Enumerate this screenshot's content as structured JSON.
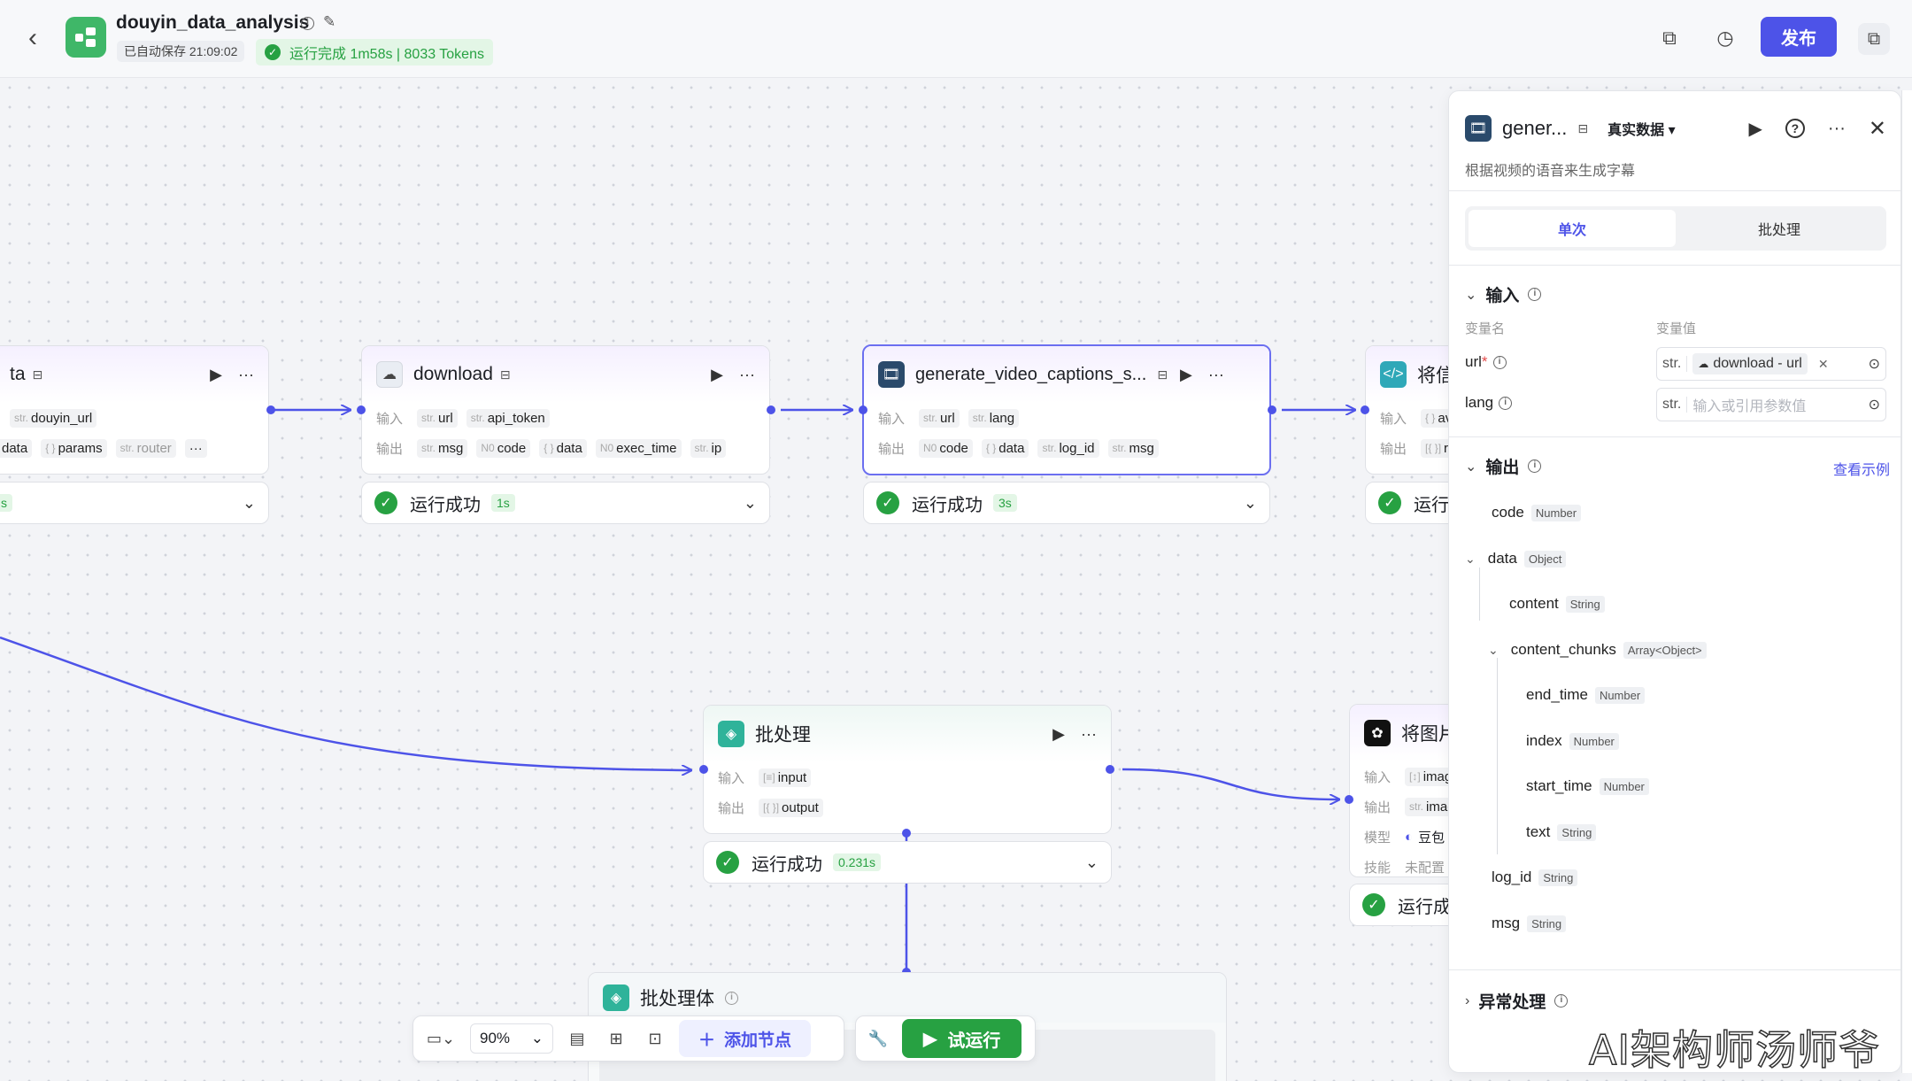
{
  "header": {
    "title": "douyin_data_analysis",
    "autosave": "已自动保存 21:09:02",
    "run_status": "运行完成 1m58s | 8033 Tokens",
    "publish_label": "发布"
  },
  "nodes": {
    "left_partial": {
      "title": "ta",
      "in_params": [
        {
          "type": "str.",
          "name": "douyin_url"
        }
      ],
      "out_params": [
        {
          "type": "",
          "name": "data"
        },
        {
          "type": "{ }",
          "name": "params"
        },
        {
          "type": "str.",
          "name": "router"
        }
      ],
      "more": "···",
      "time_fragment": "s"
    },
    "download": {
      "title": "download",
      "in_label": "输入",
      "out_label": "输出",
      "in_params": [
        {
          "type": "str.",
          "name": "url"
        },
        {
          "type": "str.",
          "name": "api_token"
        }
      ],
      "out_params": [
        {
          "type": "str.",
          "name": "msg"
        },
        {
          "type": "N0",
          "name": "code"
        },
        {
          "type": "{ }",
          "name": "data"
        },
        {
          "type": "N0",
          "name": "exec_time"
        },
        {
          "type": "str.",
          "name": "ip"
        }
      ],
      "status": "运行成功",
      "time": "1s"
    },
    "captions": {
      "title": "generate_video_captions_s...",
      "in_label": "输入",
      "out_label": "输出",
      "in_params": [
        {
          "type": "str.",
          "name": "url"
        },
        {
          "type": "str.",
          "name": "lang"
        }
      ],
      "out_params": [
        {
          "type": "N0",
          "name": "code"
        },
        {
          "type": "{ }",
          "name": "data"
        },
        {
          "type": "str.",
          "name": "log_id"
        },
        {
          "type": "str.",
          "name": "msg"
        }
      ],
      "status": "运行成功",
      "time": "3s"
    },
    "right_partial": {
      "title": "将信",
      "in_label": "输入",
      "out_label": "输出",
      "in_frag": "av",
      "out_frag": "re",
      "status": "运行"
    },
    "batch": {
      "title": "批处理",
      "in_label": "输入",
      "out_label": "输出",
      "in_params": [
        {
          "type": "[≡]",
          "name": "input"
        }
      ],
      "out_params": [
        {
          "type": "[{ }]",
          "name": "output"
        }
      ],
      "status": "运行成功",
      "time": "0.231s"
    },
    "image_partial": {
      "title": "将图片",
      "in_label": "输入",
      "out_label": "输出",
      "model_label": "模型",
      "skill_label": "技能",
      "in_frag": "imag",
      "out_frag": "imag",
      "model_value": "豆包",
      "skill_value": "未配置",
      "status": "运行成"
    },
    "batch_body": {
      "title": "批处理体"
    }
  },
  "toolbar": {
    "zoom": "90%",
    "add_node": "添加节点",
    "trial_run": "试运行"
  },
  "panel": {
    "title": "gener...",
    "mode": "真实数据",
    "description": "根据视频的语音来生成字幕",
    "tabs": [
      "单次",
      "批处理"
    ],
    "input_section": "输入",
    "col_name": "变量名",
    "col_value": "变量值",
    "inputs": [
      {
        "name": "url",
        "required": "*",
        "type": "str.",
        "ref": "download - url"
      },
      {
        "name": "lang",
        "type": "str.",
        "placeholder": "输入或引用参数值"
      }
    ],
    "output_section": "输出",
    "view_example": "查看示例",
    "outputs": [
      {
        "name": "code",
        "type": "Number"
      },
      {
        "name": "data",
        "type": "Object"
      },
      {
        "name": "content",
        "type": "String"
      },
      {
        "name": "content_chunks",
        "type": "Array<Object>"
      },
      {
        "name": "end_time",
        "type": "Number"
      },
      {
        "name": "index",
        "type": "Number"
      },
      {
        "name": "start_time",
        "type": "Number"
      },
      {
        "name": "text",
        "type": "String"
      },
      {
        "name": "log_id",
        "type": "String"
      },
      {
        "name": "msg",
        "type": "String"
      }
    ],
    "error_section": "异常处理"
  },
  "watermark": "AI架构师汤师爷",
  "colors": {
    "accent": "#4d53e8",
    "success": "#27a142",
    "logo": "#3fb768"
  }
}
